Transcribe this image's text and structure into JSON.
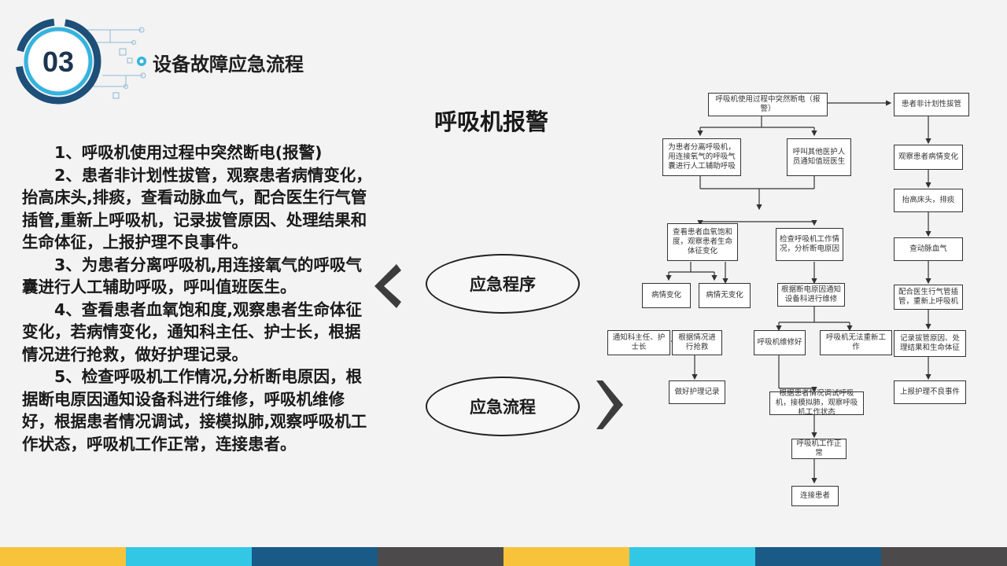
{
  "header": {
    "badge_number": "03",
    "section_title": "设备故障应急流程"
  },
  "body": {
    "paragraphs": [
      "1、呼吸机使用过程中突然断电(报警)",
      "2、患者非计划性拔管，观察患者病情变化，抬高床头,排痰，查看动脉血气，配合医生行气管插管,重新上呼吸机，记录拔管原因、处理结果和生命体征，上报护理不良事件。",
      "3、为患者分离呼吸机,用连接氧气的呼吸气囊进行人工辅助呼吸，呼叫值班医生。",
      "4、查看患者血氧饱和度,观察患者生命体征变化，若病情变化，通知科主任、护士长，根据情况进行抢救，做好护理记录。",
      "5、检查呼吸机工作情况,分析断电原因，根据断电原因通知设备科进行维修，呼吸机维修好，根据患者情况调试，接模拟肺,观察呼吸机工作状态，呼吸机工作正常，连接患者。"
    ]
  },
  "flow_heading": "呼吸机报警",
  "ovals": {
    "procedure": "应急程序",
    "flow": "应急流程"
  },
  "flowchart": {
    "boxes": {
      "start": "呼吸机使用过程中突然断电（报警）",
      "unplanned": "患者非计划性拔管",
      "separate": "为患者分离呼吸机，用连接氧气的呼吸气囊进行人工辅助呼吸",
      "call": "呼叫其他医护人员通知值班医生",
      "spo2": "查看患者血氧饱和度，观察患者生命体征变化",
      "check": "检查呼吸机工作情况，分析断电原因",
      "changed": "病情变化",
      "unchanged": "病情无变化",
      "repair": "根据断电原因通知设备科进行维修",
      "notify": "通知科主任、护士长",
      "rescue": "根据情况进行抢救",
      "record": "做好护理记录",
      "repaired": "呼吸机维修好",
      "cannot": "呼吸机无法重新工作",
      "debug": "根据患者情况调试呼吸机，接模拟肺，观察呼吸机工作状态",
      "normal": "呼吸机工作正常",
      "connect": "连接患者",
      "observe": "观察患者病情变化",
      "raise": "抬高床头，排痰",
      "blood_gas": "查动脉血气",
      "intubate": "配合医生行气管插管，重新上呼吸机",
      "reason": "记录拔管原因、处理结果和生命体征",
      "report": "上报护理不良事件"
    }
  },
  "colors": {
    "stripe": [
      "#f7c33b",
      "#33c7e6",
      "#1a5a86",
      "#4d4a4c",
      "#f7c33b",
      "#33c7e6",
      "#1a5a86",
      "#4d4a4c"
    ],
    "badge_dark": "#1d4f78",
    "badge_light": "#34b3de"
  }
}
